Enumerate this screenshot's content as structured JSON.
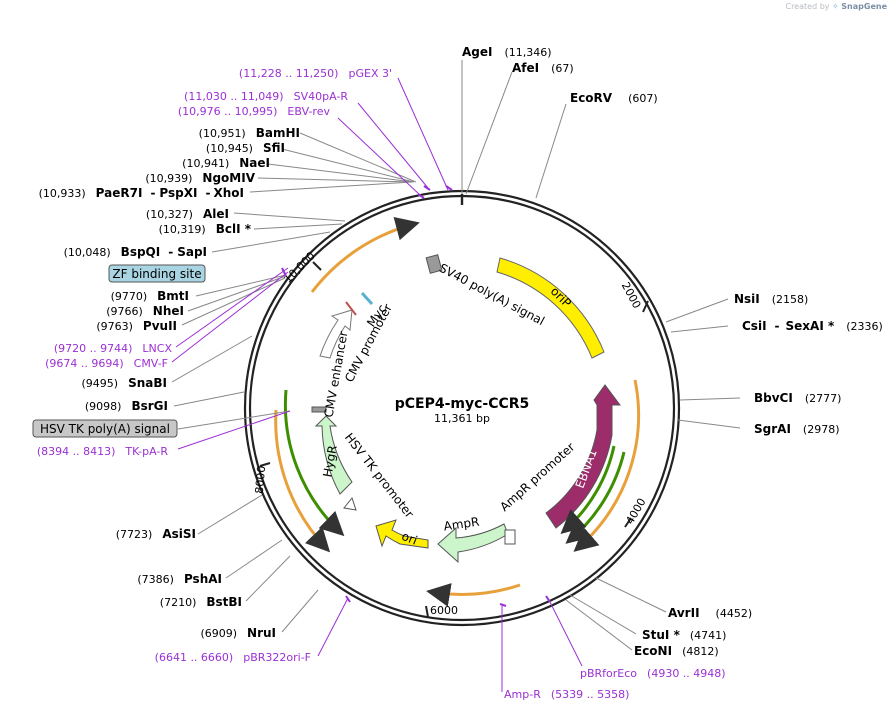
{
  "credit": {
    "prefix": "Created by",
    "brand": "SnapGene"
  },
  "plasmid": {
    "name": "pCEP4-myc-CCR5",
    "size": "11,361 bp"
  },
  "ticks": [
    "2000",
    "4000",
    "6000",
    "8000",
    "10,000"
  ],
  "enzymes": {
    "agei": {
      "name": "AgeI",
      "pos": "(11,346)"
    },
    "afei": {
      "name": "AfeI",
      "pos": "(67)"
    },
    "ecorv": {
      "name": "EcoRV",
      "pos": "(607)"
    },
    "nsii": {
      "name": "NsiI",
      "pos": "(2158)"
    },
    "csii": {
      "name": "CsiI",
      "sep": "-",
      "name2": "SexAI *",
      "pos": "(2336)"
    },
    "bbvci": {
      "name": "BbvCI",
      "pos": "(2777)"
    },
    "sgrai": {
      "name": "SgrAI",
      "pos": "(2978)"
    },
    "avrii": {
      "name": "AvrII",
      "pos": "(4452)"
    },
    "stui": {
      "name": "StuI *",
      "pos": "(4741)"
    },
    "econi": {
      "name": "EcoNI",
      "pos": "(4812)"
    },
    "bamhi": {
      "name": "BamHI",
      "pos": "(10,951)"
    },
    "sfii": {
      "name": "SfiI",
      "pos": "(10,945)"
    },
    "naei": {
      "name": "NaeI",
      "pos": "(10,941)"
    },
    "ngomiv": {
      "name": "NgoMIV",
      "pos": "(10,939)"
    },
    "paer7i": {
      "name": "PaeR7I",
      "name2": "PspXI",
      "name3": "XhoI",
      "sep": "-",
      "pos": "(10,933)"
    },
    "alei": {
      "name": "AleI",
      "pos": "(10,327)"
    },
    "bcli": {
      "name": "BclI *",
      "pos": "(10,319)"
    },
    "bspqi": {
      "name": "BspQI",
      "sep": "-",
      "name2": "SapI",
      "pos": "(10,048)"
    },
    "bmti": {
      "name": "BmtI",
      "pos": "(9770)"
    },
    "nhei": {
      "name": "NheI",
      "pos": "(9766)"
    },
    "pvuii": {
      "name": "PvuII",
      "pos": "(9763)"
    },
    "snabi": {
      "name": "SnaBI",
      "pos": "(9495)"
    },
    "bsrgi": {
      "name": "BsrGI",
      "pos": "(9098)"
    },
    "asisi": {
      "name": "AsiSI",
      "pos": "(7723)"
    },
    "pshai": {
      "name": "PshAI",
      "pos": "(7386)"
    },
    "bstbi": {
      "name": "BstBI",
      "pos": "(7210)"
    },
    "nrui": {
      "name": "NruI",
      "pos": "(6909)"
    }
  },
  "primers": {
    "pgex3": {
      "range": "(11,228 .. 11,250)",
      "name": "pGEX 3'"
    },
    "sv40pa": {
      "range": "(11,030 .. 11,049)",
      "name": "SV40pA-R"
    },
    "ebvrev": {
      "range": "(10,976 .. 10,995)",
      "name": "EBV-rev"
    },
    "lncx": {
      "range": "(9720 .. 9744)",
      "name": "LNCX"
    },
    "cmvf": {
      "range": "(9674 .. 9694)",
      "name": "CMV-F"
    },
    "tkpa": {
      "range": "(8394 .. 8413)",
      "name": "TK-pA-R"
    },
    "pbr322": {
      "range": "(6641 .. 6660)",
      "name": "pBR322ori-F"
    },
    "ampr": {
      "name": "Amp-R",
      "range": "(5339 .. 5358)"
    },
    "pbrfor": {
      "name": "pBRforEco",
      "range": "(4930 .. 4948)"
    }
  },
  "features": {
    "zf": "ZF binding site",
    "hsvtkpa": "HSV TK poly(A) signal",
    "sv40polya": "SV40 poly(A) signal",
    "orip": "oriP",
    "ebna1": "EBNA1",
    "ampr_promoter": "AmpR promoter",
    "ampr": "AmpR",
    "ori": "ori",
    "hsvtk_promoter": "HSV TK promoter",
    "hygr": "HygR",
    "cmv_enhancer": "CMV enhancer",
    "cmv_promoter": "CMV promoter",
    "myc": "Myc"
  },
  "colors": {
    "backbone": "#333333",
    "primer": "#9b30d4",
    "orip": "#ffee00",
    "ebna1": "#9c2d6a",
    "ampr": "#ccf5cc",
    "ori": "#ffee00",
    "hygr": "#ccf5cc",
    "orf": "#ffa500",
    "orf2": "#3d8f00",
    "zf_box": "#a9d4e2",
    "hsv_box": "#c7c7c7"
  }
}
